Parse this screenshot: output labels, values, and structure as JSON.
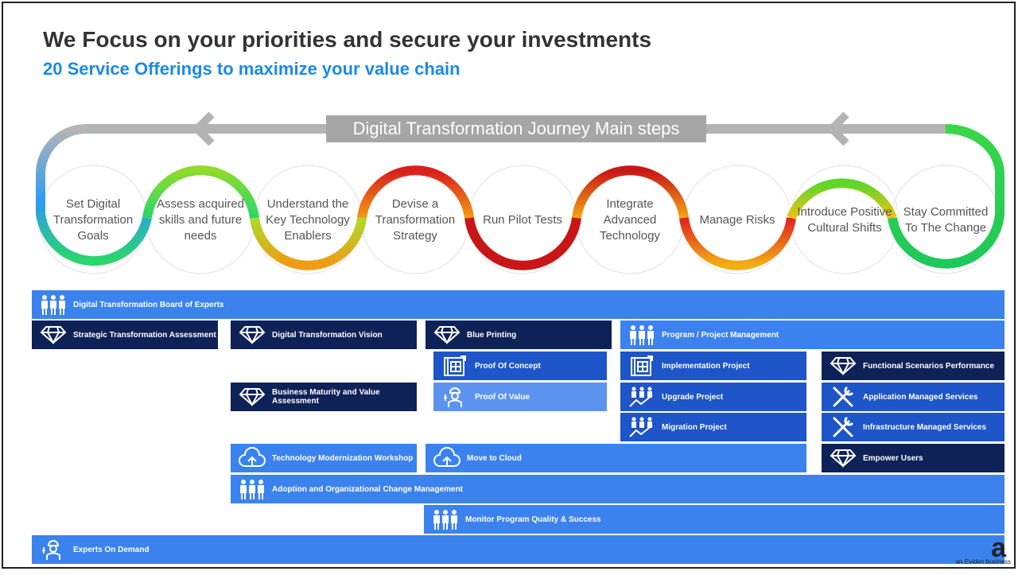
{
  "header": {
    "title": "We Focus on your priorities and secure your investments",
    "subtitle": "20 Service Offerings to maximize your value chain"
  },
  "journey": {
    "title": "Digital Transformation Journey Main steps",
    "steps": [
      "Set Digital Transformation Goals",
      "Assess acquired skills and future needs",
      "Understand the Key Technology Enablers",
      "Devise a Transformation Strategy",
      "Run Pilot Tests",
      "Integrate Advanced Technology",
      "Manage Risks",
      "Introduce Positive Cultural Shifts",
      "Stay Committed To The Change"
    ]
  },
  "offerings": {
    "board": "Digital Transformation Board of Experts",
    "strategic": "Strategic Transformation Assessment",
    "vision": "Digital Transformation Vision",
    "blueprint": "Blue Printing",
    "program": "Program / Project Management",
    "poc": "Proof Of Concept",
    "implementation": "Implementation Project",
    "functional": "Functional Scenarios Performance",
    "maturity": "Business Maturity and Value Assessment",
    "pov": "Proof Of Value",
    "upgrade": "Upgrade Project",
    "ams": "Application Managed Services",
    "migration": "Migration Project",
    "ims": "Infrastructure Managed Services",
    "modernization": "Technology Modernization Workshop",
    "cloud": "Move to Cloud",
    "empower": "Empower Users",
    "adoption": "Adoption and Organizational Change Management",
    "monitor": "Monitor Program Quality & Success",
    "experts": "Experts On Demand"
  },
  "logo": {
    "mark": "a",
    "tagline": "an Eviden business"
  },
  "colors": {
    "blue": "#3b82ef",
    "mid_blue": "#1e55c8",
    "navy": "#0e2257",
    "light_blue": "#5c93ef",
    "accent": "#1a8ae8"
  },
  "icons": [
    "people-icon",
    "diamond-icon",
    "blueprint-icon",
    "engineer-icon",
    "growth-people-icon",
    "tools-icon",
    "cloud-upload-icon"
  ]
}
